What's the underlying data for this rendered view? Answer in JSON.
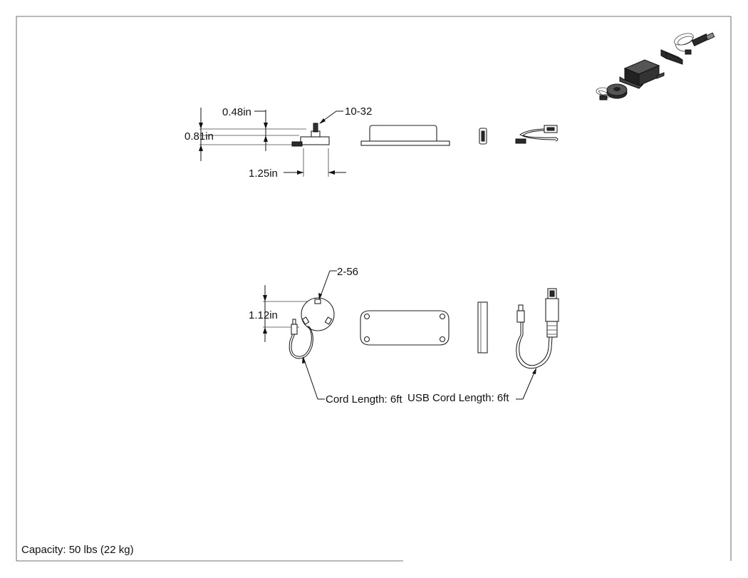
{
  "dimensions": {
    "screw_thread_top": "10-32",
    "height_top": "0.48in",
    "height_total": "0.81in",
    "width_side": "1.25in",
    "screw_thread_sensor": "2-56",
    "sensor_diameter": "1.12in"
  },
  "callouts": {
    "sensor_cord": "Cord Length: 6ft",
    "usb_cord": "USB Cord Length: 6ft"
  },
  "footer": {
    "capacity": "Capacity: 50 lbs (22 kg)"
  }
}
